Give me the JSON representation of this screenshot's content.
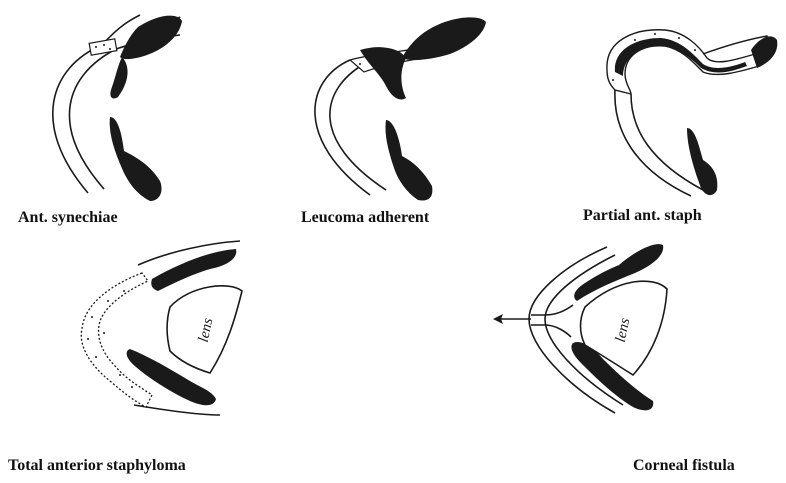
{
  "captions": {
    "ant_synechiae": "Ant. synechiae",
    "leucoma_adherent": "Leucoma adherent",
    "partial_staph": "Partial ant. staph",
    "total_staphyloma": "Total anterior staphyloma",
    "corneal_fistula": "Corneal fistula"
  },
  "labels": {
    "lens_1": "lens",
    "lens_2": "lens"
  },
  "colors": {
    "ink": "#1a1a1a",
    "background": "#ffffff"
  }
}
